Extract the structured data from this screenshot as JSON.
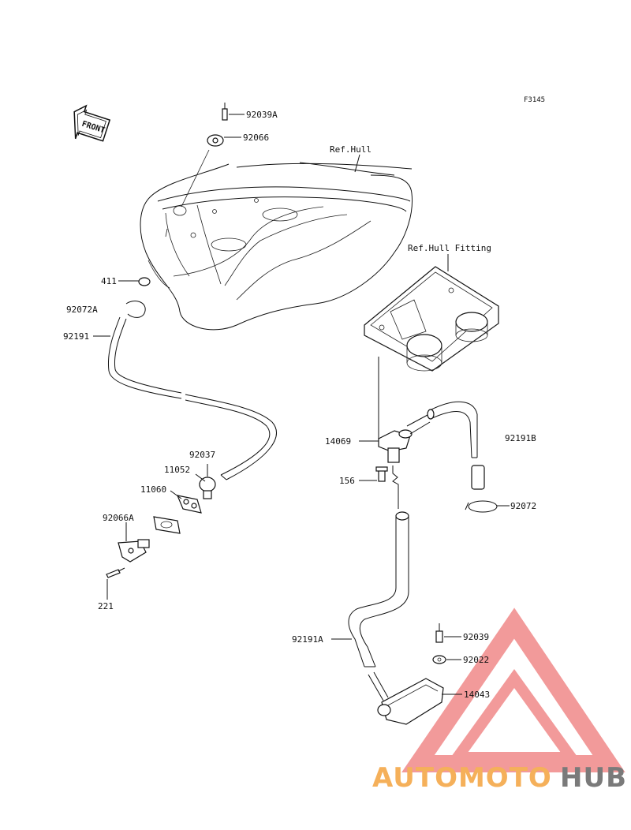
{
  "figure_code": "F3145",
  "front_label": "FRONT",
  "refs": {
    "hull": "Ref.Hull",
    "hull_fitting": "Ref.Hull Fitting"
  },
  "labels": {
    "p92039A": "92039A",
    "p92066": "92066",
    "p411": "411",
    "p92072A": "92072A",
    "p92191": "92191",
    "p92037": "92037",
    "p11052": "11052",
    "p11060": "11060",
    "p92066A": "92066A",
    "p221": "221",
    "p14069": "14069",
    "p156": "156",
    "p92191B": "92191B",
    "p92072": "92072",
    "p92191A": "92191A",
    "p92039": "92039",
    "p92022": "92022",
    "p14043": "14043"
  },
  "watermark": {
    "part1": "AUTOMOTO",
    "part2": "HUB",
    "color_red": "#f08080",
    "color_orange": "#f5b05a",
    "color_gray": "#7a7a7a"
  }
}
